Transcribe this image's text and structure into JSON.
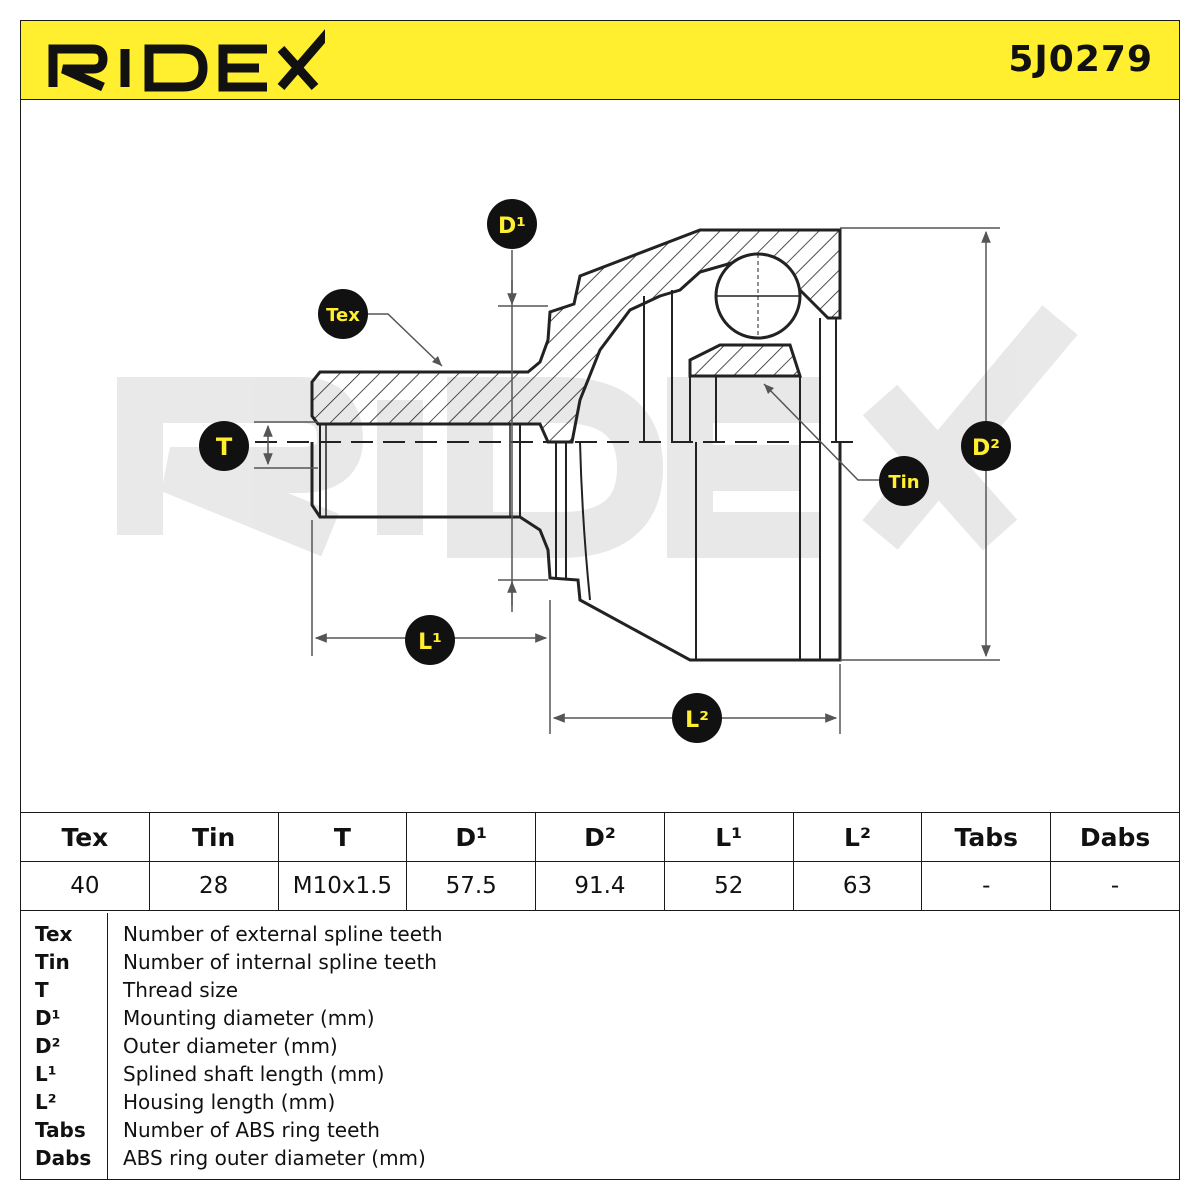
{
  "header": {
    "brand": "RIDEX",
    "part_number": "5J0279",
    "background_color": "#ffef2e"
  },
  "diagram": {
    "labels": {
      "tex": "Tex",
      "tin": "Tin",
      "t": "T",
      "d1": "D¹",
      "d2": "D²",
      "l1": "L¹",
      "l2": "L²"
    },
    "watermark": "RIDEX",
    "label_bubble_color": "#111111",
    "label_text_color": "#ffef2e"
  },
  "spec_table": {
    "headers": [
      "Tex",
      "Tin",
      "T",
      "D¹",
      "D²",
      "L¹",
      "L²",
      "Tabs",
      "Dabs"
    ],
    "values": [
      "40",
      "28",
      "M10x1.5",
      "57.5",
      "91.4",
      "52",
      "63",
      "-",
      "-"
    ]
  },
  "legend": [
    {
      "key": "Tex",
      "description": "Number of external spline teeth"
    },
    {
      "key": "Tin",
      "description": "Number of internal spline teeth"
    },
    {
      "key": "T",
      "description": "Thread size"
    },
    {
      "key": "D¹",
      "description": "Mounting diameter (mm)"
    },
    {
      "key": "D²",
      "description": "Outer diameter (mm)"
    },
    {
      "key": "L¹",
      "description": "Splined shaft length (mm)"
    },
    {
      "key": "L²",
      "description": "Housing length (mm)"
    },
    {
      "key": "Tabs",
      "description": "Number of ABS ring teeth"
    },
    {
      "key": "Dabs",
      "description": "ABS ring outer diameter (mm)"
    }
  ]
}
